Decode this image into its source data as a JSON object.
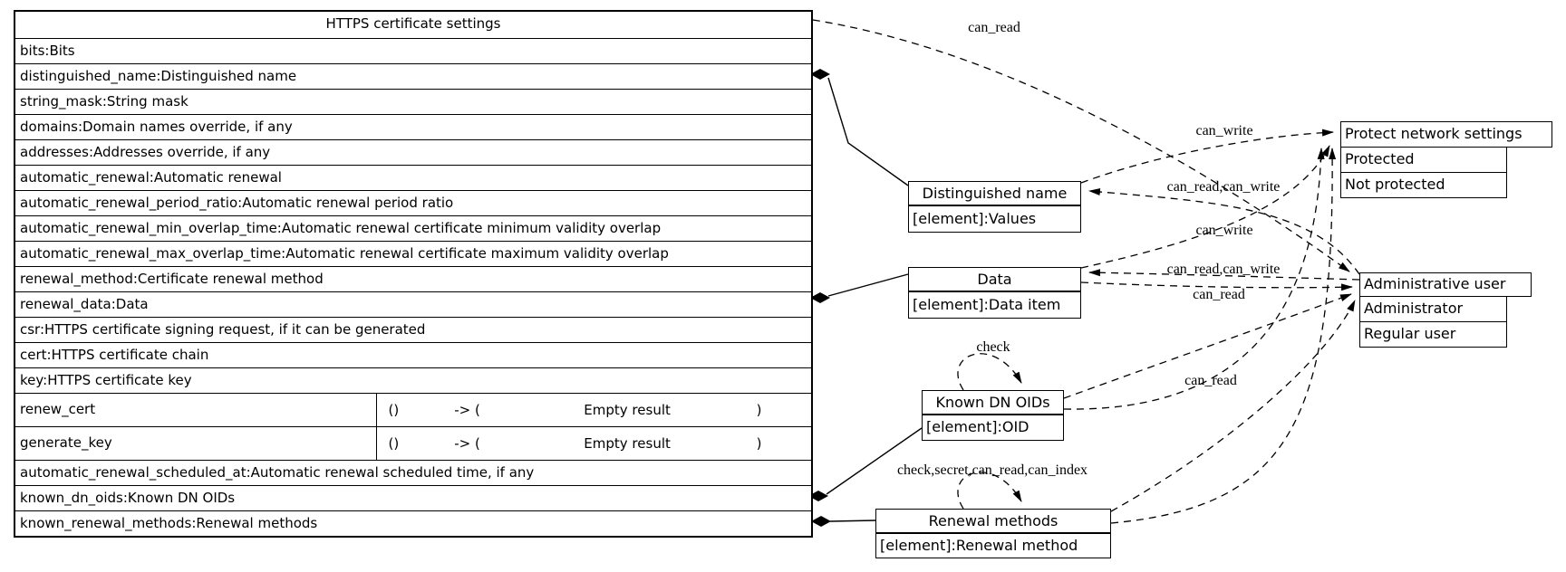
{
  "main_table": {
    "title": "HTTPS certificate settings",
    "rows": [
      {
        "kind": "field",
        "text": "bits:Bits",
        "key": "bits"
      },
      {
        "kind": "field",
        "text": "distinguished_name:Distinguished name",
        "key": "distinguished_name"
      },
      {
        "kind": "field",
        "text": "string_mask:String mask",
        "key": "string_mask"
      },
      {
        "kind": "field",
        "text": "domains:Domain names override, if any",
        "key": "domains"
      },
      {
        "kind": "field",
        "text": "addresses:Addresses override, if any",
        "key": "addresses"
      },
      {
        "kind": "field",
        "text": "automatic_renewal:Automatic renewal",
        "key": "automatic_renewal"
      },
      {
        "kind": "field",
        "text": "automatic_renewal_period_ratio:Automatic renewal period ratio",
        "key": "automatic_renewal_period_ratio"
      },
      {
        "kind": "field",
        "text": "automatic_renewal_min_overlap_time:Automatic renewal certificate minimum validity overlap",
        "key": "automatic_renewal_min_overlap_time"
      },
      {
        "kind": "field",
        "text": "automatic_renewal_max_overlap_time:Automatic renewal certificate maximum validity overlap",
        "key": "automatic_renewal_max_overlap_time"
      },
      {
        "kind": "field",
        "text": "renewal_method:Certificate renewal method",
        "key": "renewal_method"
      },
      {
        "kind": "field",
        "text": "renewal_data:Data",
        "key": "renewal_data"
      },
      {
        "kind": "field",
        "text": "csr:HTTPS certificate signing request, if it can be generated",
        "key": "csr"
      },
      {
        "kind": "field",
        "text": "cert:HTTPS certificate chain",
        "key": "cert"
      },
      {
        "kind": "field",
        "text": "key:HTTPS certificate key",
        "key": "key"
      },
      {
        "kind": "function",
        "name": "renew_cert",
        "args": "()",
        "arrow": "-> (",
        "result": "Empty result",
        "close": ")",
        "key": "renew_cert"
      },
      {
        "kind": "function",
        "name": "generate_key",
        "args": "()",
        "arrow": "-> (",
        "result": "Empty result",
        "close": ")",
        "key": "generate_key"
      },
      {
        "kind": "field",
        "text": "automatic_renewal_scheduled_at:Automatic renewal scheduled time, if any",
        "key": "automatic_renewal_scheduled_at"
      },
      {
        "kind": "field",
        "text": "known_dn_oids:Known DN OIDs",
        "key": "known_dn_oids"
      },
      {
        "kind": "field",
        "text": "known_renewal_methods:Renewal methods",
        "key": "known_renewal_methods"
      }
    ]
  },
  "nodes": [
    {
      "id": "distinguished-name",
      "title": "Distinguished name",
      "rows": [
        "[element]:Values"
      ]
    },
    {
      "id": "data",
      "title": "Data",
      "rows": [
        "[element]:Data item"
      ]
    },
    {
      "id": "known-dn-oids",
      "title": "Known DN OIDs",
      "rows": [
        "[element]:OID"
      ]
    },
    {
      "id": "renewal-methods",
      "title": "Renewal methods",
      "rows": [
        "[element]:Renewal method"
      ]
    },
    {
      "id": "protect-network-settings",
      "title": "Protect network settings",
      "rows": [
        "Protected",
        "Not protected"
      ]
    },
    {
      "id": "administrative-user",
      "title": "Administrative user",
      "rows": [
        "Administrator",
        "Regular user"
      ]
    }
  ],
  "edges": [
    {
      "from": "https-certificate-settings",
      "to": "administrative-user",
      "label": "can_read"
    },
    {
      "from": "distinguished-name",
      "to": "protect-network-settings",
      "label": "can_write"
    },
    {
      "from": "administrative-user",
      "to": "distinguished-name",
      "label": "can_read,can_write"
    },
    {
      "from": "data",
      "to": "protect-network-settings",
      "label": "can_write"
    },
    {
      "from": "administrative-user",
      "to": "data",
      "label": "can_read,can_write"
    },
    {
      "from": "data",
      "to": "administrative-user",
      "label": "can_read"
    },
    {
      "from": "known-dn-oids",
      "to": "administrative-user",
      "label": "can_read"
    },
    {
      "from": "renewal-methods",
      "to": "administrative-user",
      "label": ""
    },
    {
      "from": "known-dn-oids",
      "to": "protect-network-settings",
      "label": ""
    },
    {
      "from": "renewal-methods",
      "to": "protect-network-settings",
      "label": ""
    },
    {
      "from": "known-dn-oids",
      "to": "known-dn-oids",
      "label": "check"
    },
    {
      "from": "renewal-methods",
      "to": "renewal-methods",
      "label": "check,secret,can_read,can_index"
    }
  ],
  "compositions": [
    {
      "row": "distinguished_name",
      "node": "distinguished-name"
    },
    {
      "row": "renewal_data",
      "node": "data"
    },
    {
      "row": "known_dn_oids",
      "node": "known-dn-oids"
    },
    {
      "row": "known_renewal_methods",
      "node": "renewal-methods"
    }
  ],
  "colors": {
    "line": "#000000",
    "background": "#ffffff"
  }
}
